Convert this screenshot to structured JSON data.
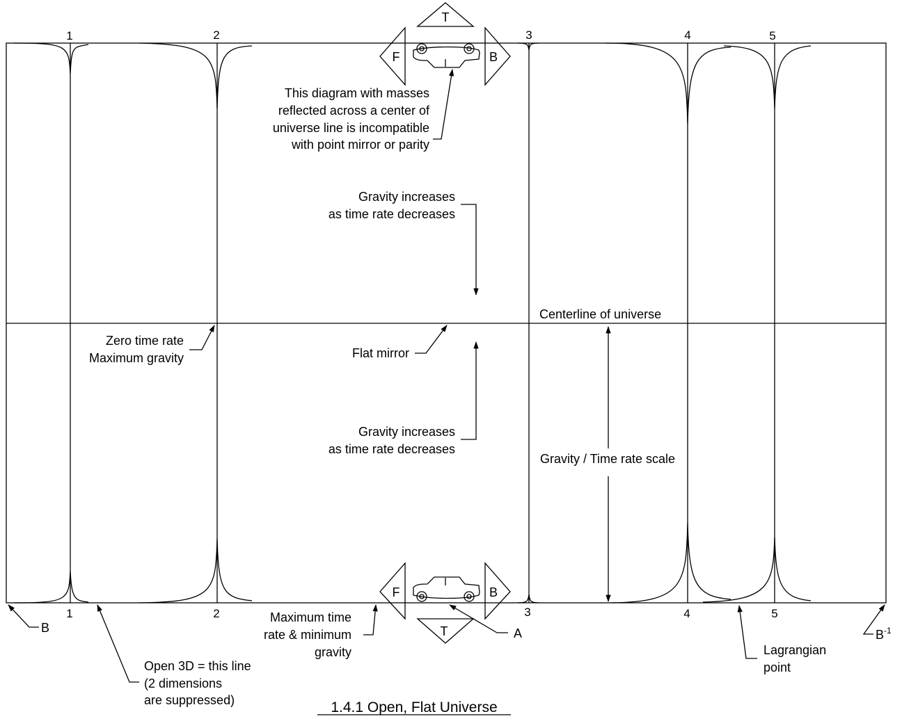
{
  "axis_numbers": {
    "top": [
      "1",
      "2",
      "3",
      "4",
      "5"
    ],
    "bottom": [
      "1",
      "2",
      "3",
      "4",
      "5"
    ]
  },
  "direction_letters": {
    "top": [
      "T",
      "F",
      "B"
    ],
    "bottom": [
      "T",
      "F",
      "B"
    ]
  },
  "notes": {
    "mirror_note": [
      "This diagram with masses",
      "reflected across a center of",
      "universe line is incompatible",
      "with point mirror or parity"
    ],
    "gravity_upper": [
      "Gravity increases",
      "as time rate decreases"
    ],
    "gravity_lower": [
      "Gravity increases",
      "as time rate decreases"
    ],
    "centerline": "Centerline of universe",
    "zero_time": [
      "Zero time rate",
      "Maximum gravity"
    ],
    "flat_mirror": "Flat mirror",
    "scale": "Gravity / Time rate scale",
    "max_time": [
      "Maximum time",
      "rate & minimum",
      "gravity"
    ],
    "open_3d": [
      "Open 3D = this line",
      "(2 dimensions",
      "are suppressed)"
    ],
    "lagrangian": [
      "Lagrangian",
      "point"
    ],
    "a_label": "A",
    "b_left": "B",
    "b_right": "B",
    "b_right_sup": "-1"
  },
  "title": "1.4.1 Open, Flat Universe"
}
